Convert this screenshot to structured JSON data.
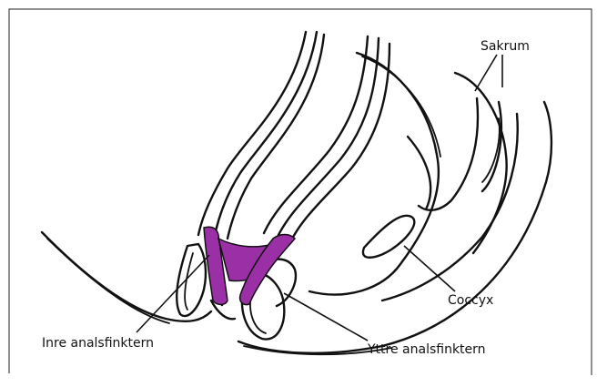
{
  "labels": {
    "sakrum": "Sakrum",
    "coccyx": "Coccyx",
    "inre": "Inre analsfinktern",
    "yttre": "Yttre analsfinktern"
  },
  "colors": {
    "sphincter": "#9b2fa6",
    "line": "#111111"
  }
}
